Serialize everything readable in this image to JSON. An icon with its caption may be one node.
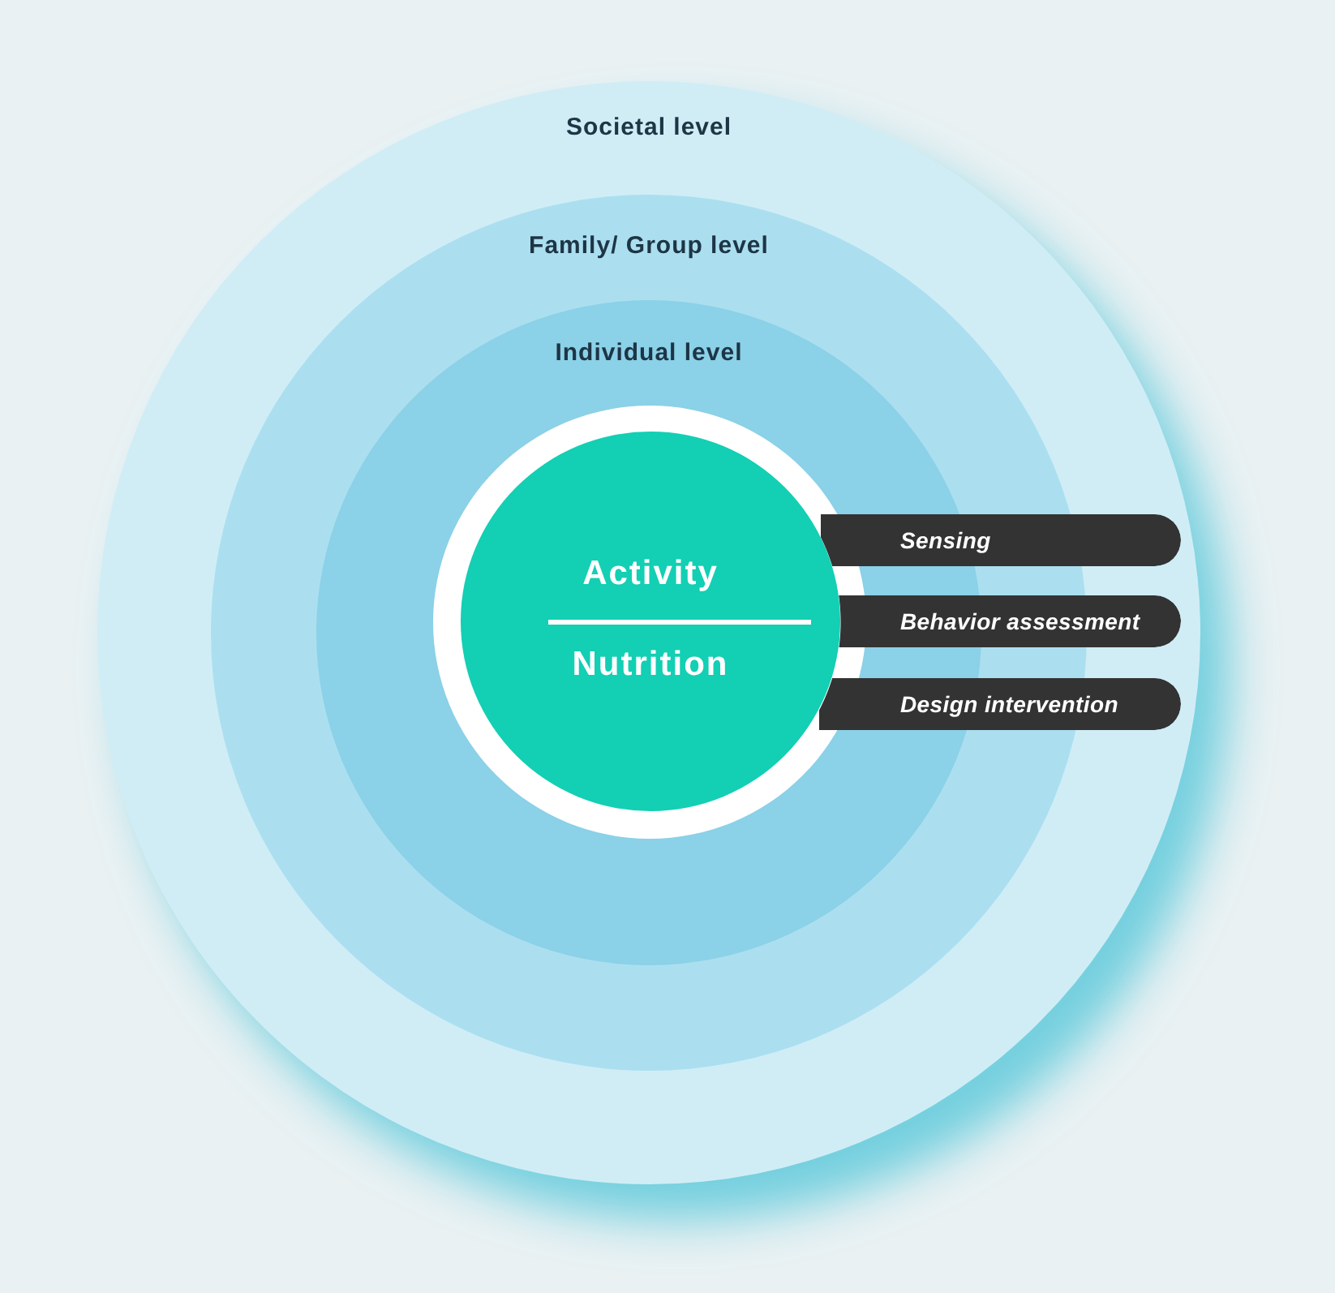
{
  "diagram": {
    "nodes": [
      {
        "text": [
          "Societal level"
        ]
      },
      {
        "text": [
          "Family/ Group level"
        ],
        "in": 0
      },
      {
        "text": [
          "Individual level"
        ],
        "in": 1
      },
      {
        "text": [
          "Activity",
          "Nutrition"
        ],
        "in": 2
      },
      {
        "text": [
          "Sensing"
        ],
        "in": 0
      },
      {
        "text": [
          "Behavior assessment"
        ],
        "in": 0
      },
      {
        "text": [
          "Design intervention"
        ],
        "in": 0
      }
    ]
  }
}
